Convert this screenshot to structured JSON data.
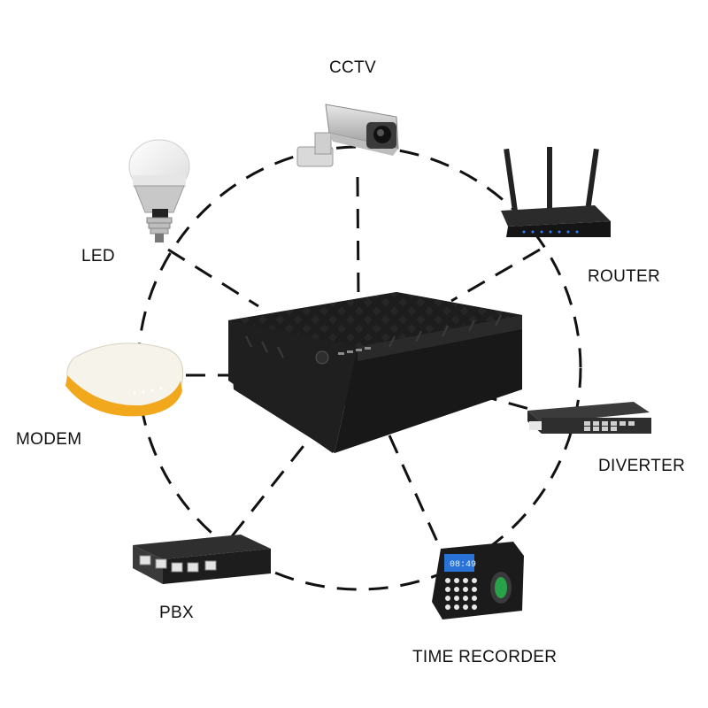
{
  "nodes": {
    "cctv": "CCTV",
    "led": "LED",
    "router": "ROUTER",
    "modem": "MODEM",
    "diverter": "DIVERTER",
    "pbx": "PBX",
    "time_recorder": "TIME RECORDER"
  },
  "edges": [
    [
      "ups",
      "cctv"
    ],
    [
      "ups",
      "led"
    ],
    [
      "ups",
      "router"
    ],
    [
      "ups",
      "modem"
    ],
    [
      "ups",
      "diverter"
    ],
    [
      "ups",
      "pbx"
    ],
    [
      "ups",
      "time_recorder"
    ]
  ],
  "colors": {
    "line": "#111111",
    "device_dark": "#1c1c1c",
    "modem_accent": "#f2a81d"
  }
}
